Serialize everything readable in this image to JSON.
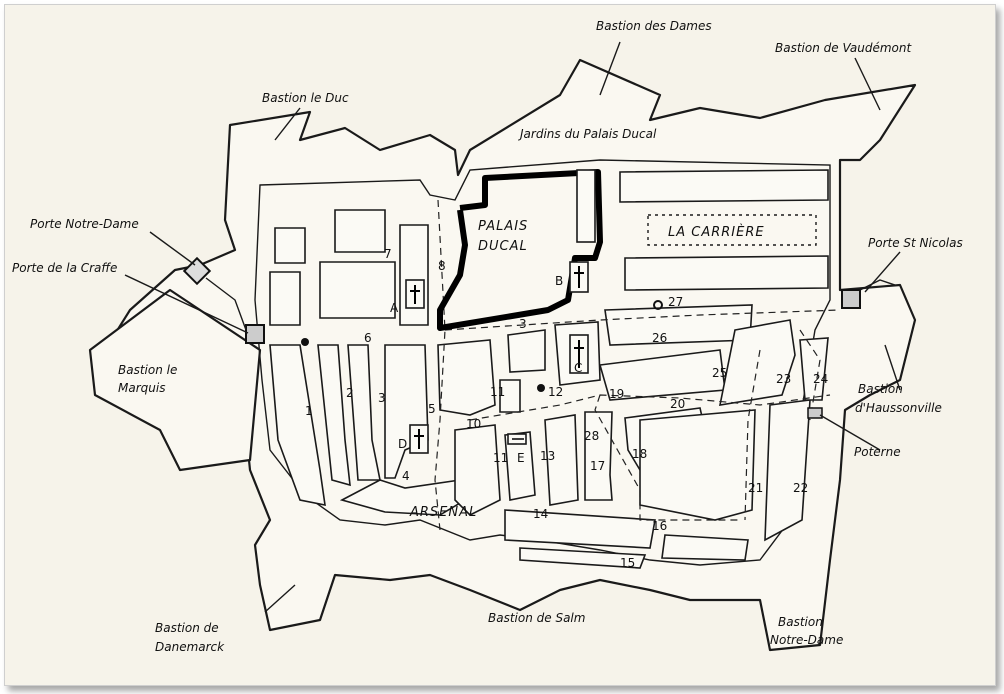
{
  "labels": {
    "bastion_dames": "Bastion des Dames",
    "bastion_vaudemont": "Bastion de Vaudémont",
    "bastion_le_duc": "Bastion le Duc",
    "jardins": "Jardins du Palais Ducal",
    "porte_notre_dame": "Porte Notre-Dame",
    "porte_craffe": "Porte de la Craffe",
    "palais_1": "PALAIS",
    "palais_2": "DUCAL",
    "carriere": "LA CARRIÈRE",
    "porte_st_nicolas": "Porte St Nicolas",
    "bastion_marquis_1": "Bastion le",
    "bastion_marquis_2": "Marquis",
    "bastion_haussonville_1": "Bastion",
    "bastion_haussonville_2": "d'Haussonville",
    "poterne": "Poterne",
    "arsenal": "ARSENAL",
    "bastion_danemarck_1": "Bastion de",
    "bastion_danemarck_2": "Danemarck",
    "bastion_salm": "Bastion de Salm",
    "bastion_nd_1": "Bastion",
    "bastion_nd_2": "Notre-Dame"
  },
  "letters": {
    "a": "A",
    "b": "B",
    "c": "C",
    "d": "D",
    "e": "E"
  },
  "numbers": {
    "n1": "1",
    "n2": "2",
    "n3": "3",
    "n3b": "3",
    "n4": "4",
    "n5": "5",
    "n6": "6",
    "n7": "7",
    "n8": "8",
    "n10": "10",
    "n11": "11",
    "n11b": "11",
    "n12": "12",
    "n13": "13",
    "n14": "14",
    "n15": "15",
    "n16": "16",
    "n17": "17",
    "n18": "18",
    "n19": "19",
    "n20": "20",
    "n21": "21",
    "n22": "22",
    "n23": "23",
    "n24": "24",
    "n25": "25",
    "n26": "26",
    "n27": "27",
    "n28": "28"
  }
}
